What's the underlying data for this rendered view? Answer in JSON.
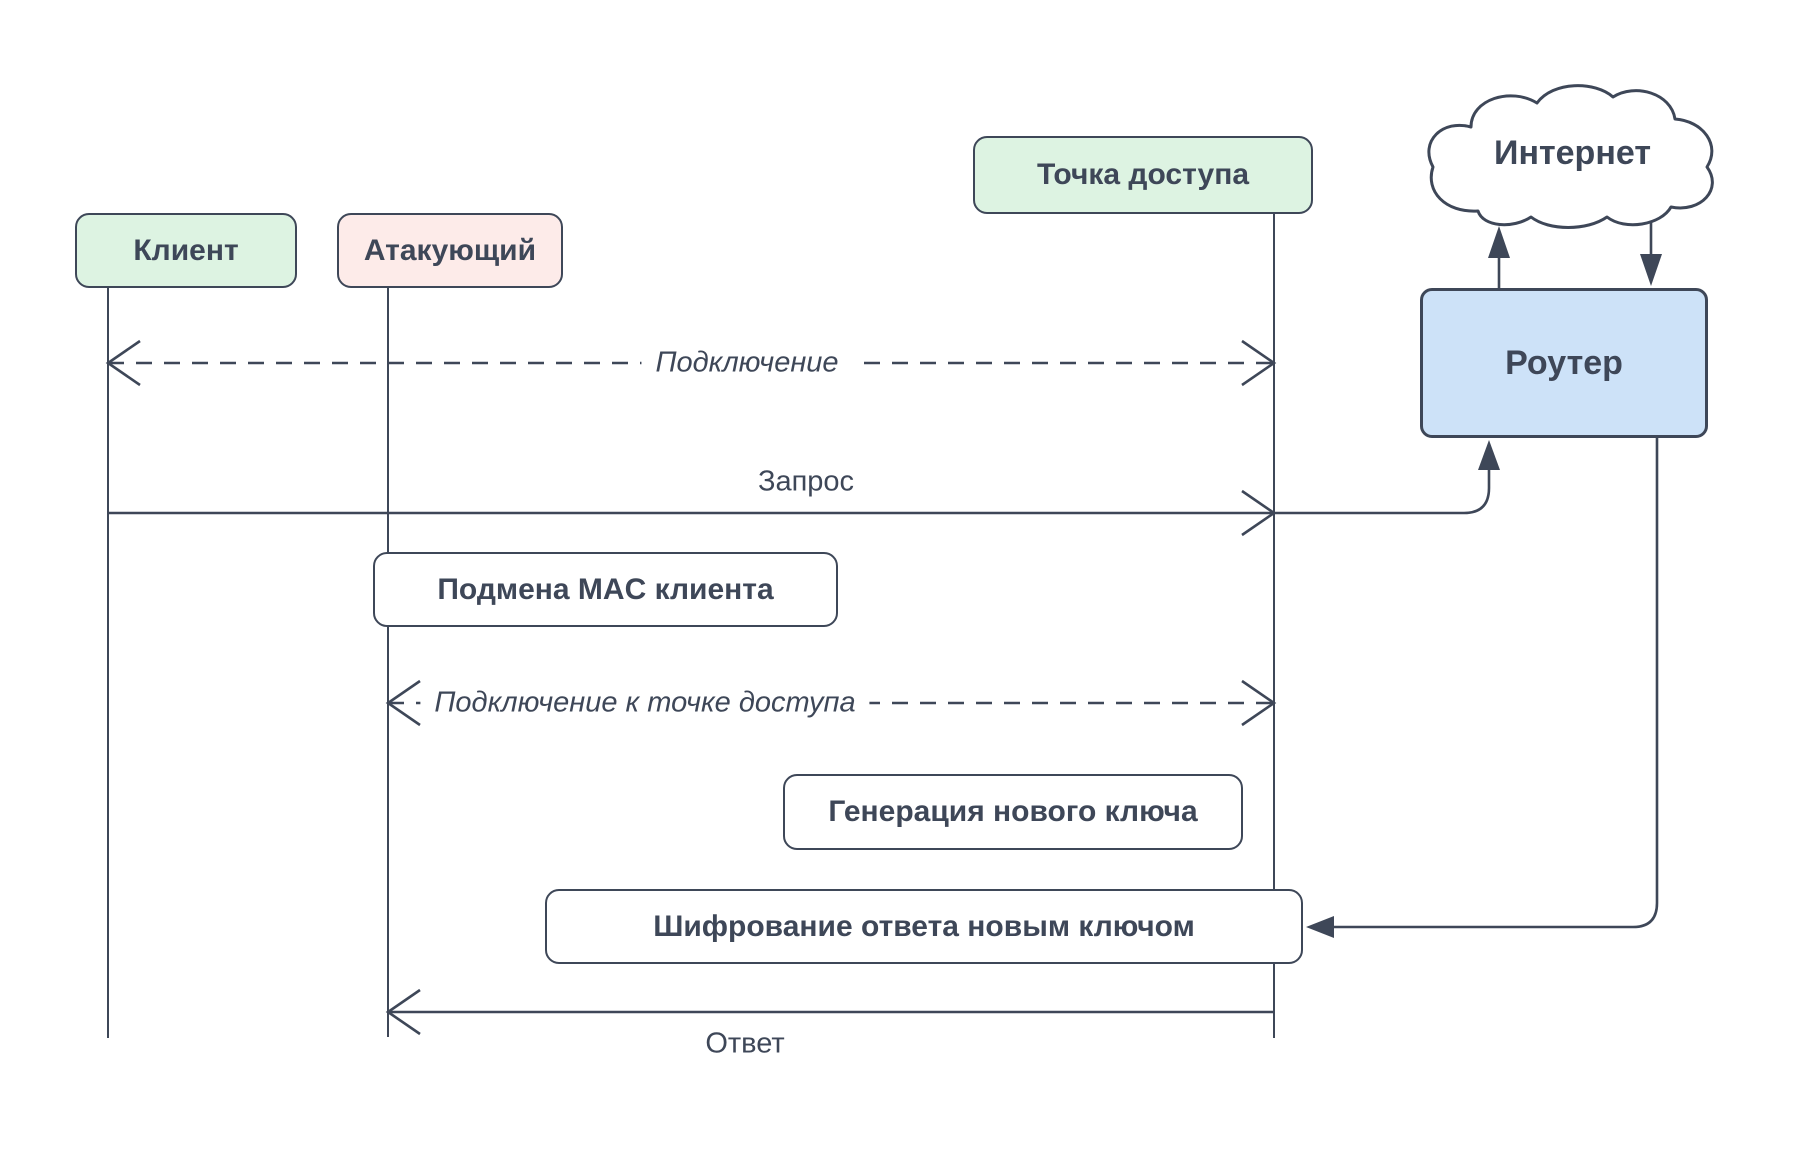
{
  "diagram": {
    "actors": [
      {
        "id": "client",
        "label": "Клиент"
      },
      {
        "id": "attacker",
        "label": "Атакующий"
      },
      {
        "id": "access_point",
        "label": "Точка доступа"
      }
    ],
    "infrastructure": [
      {
        "id": "internet",
        "label": "Интернет",
        "shape": "cloud"
      },
      {
        "id": "router",
        "label": "Роутер",
        "shape": "rectangle"
      }
    ],
    "messages": [
      {
        "id": "connection",
        "label": "Подключение",
        "line": "dashed",
        "direction": "both",
        "from": "client",
        "to": "access_point"
      },
      {
        "id": "request",
        "label": "Запрос",
        "line": "solid",
        "direction": "right",
        "from": "client",
        "to": "access_point"
      },
      {
        "id": "ap_connection",
        "label": "Подключение к точке доступа",
        "line": "dashed",
        "direction": "both",
        "from": "attacker",
        "to": "access_point"
      },
      {
        "id": "response",
        "label": "Ответ",
        "line": "solid",
        "direction": "left",
        "from": "access_point",
        "to": "attacker"
      }
    ],
    "notes": [
      {
        "id": "mac_spoof",
        "label": "Подмена MAC клиента"
      },
      {
        "id": "key_generation",
        "label": "Генерация нового ключа"
      },
      {
        "id": "encrypt_response",
        "label": "Шифрование ответа новым ключом"
      }
    ],
    "colors": {
      "stroke": "#3e4758",
      "text": "#3e4758",
      "actor_green": "#ddf3e2",
      "actor_pink": "#fdebe9",
      "router_blue": "#cde2f8",
      "note_fill": "#ffffff",
      "background": "#ffffff"
    }
  }
}
